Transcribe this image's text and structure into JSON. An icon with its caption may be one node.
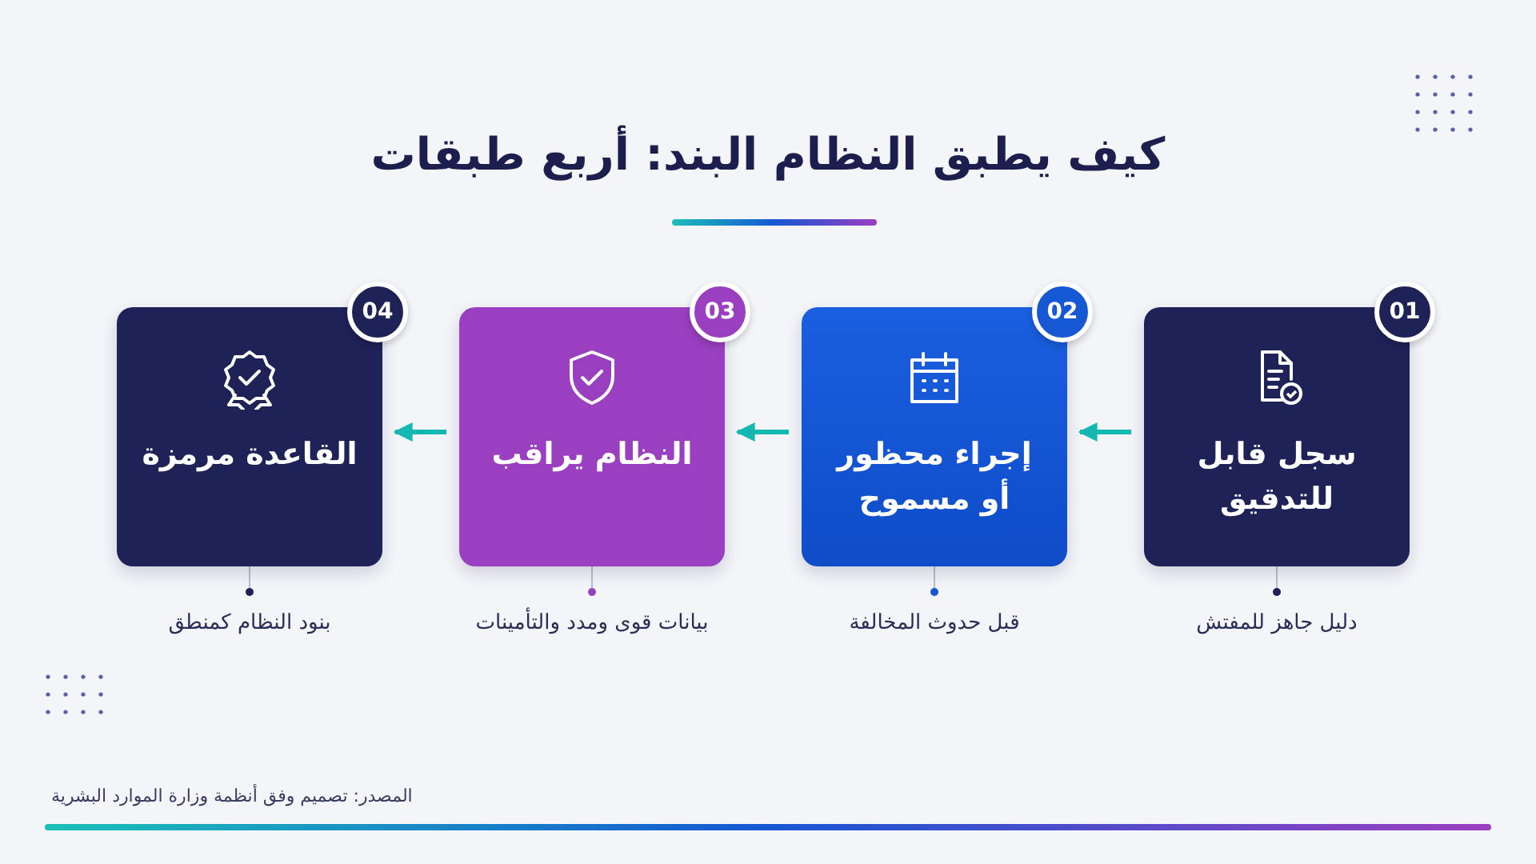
{
  "diagram": {
    "title": "كيف يطبق النظام البند: أربع طبقات",
    "nodes": [
      {
        "text": [
          "سجل قابل للتدقيق"
        ],
        "beside": [
          "دليل جاهز للمفتش"
        ]
      },
      {
        "text": [
          "إجراء محظور أو مسموح"
        ],
        "beside": [
          "قبل حدوث المخالفة"
        ]
      },
      {
        "text": [
          "النظام يراقب"
        ],
        "beside": [
          "بيانات قوى ومدد والتأمينات"
        ]
      },
      {
        "text": [
          "القاعدة مرمزة"
        ],
        "beside": [
          "بنود النظام كمنطق"
        ]
      },
      {
        "text": [
          "01"
        ]
      },
      {
        "text": [
          "02"
        ]
      },
      {
        "text": [
          "03"
        ]
      },
      {
        "text": [
          "04"
        ]
      }
    ],
    "edges": [
      {
        "from": 0,
        "to": 1,
        "arrow": "to"
      },
      {
        "from": 1,
        "to": 2,
        "arrow": "to"
      },
      {
        "from": 2,
        "to": 3,
        "arrow": "to"
      }
    ],
    "labels": [
      "المصدر: تصميم وفق أنظمة وزارة الموارد البشرية"
    ]
  }
}
